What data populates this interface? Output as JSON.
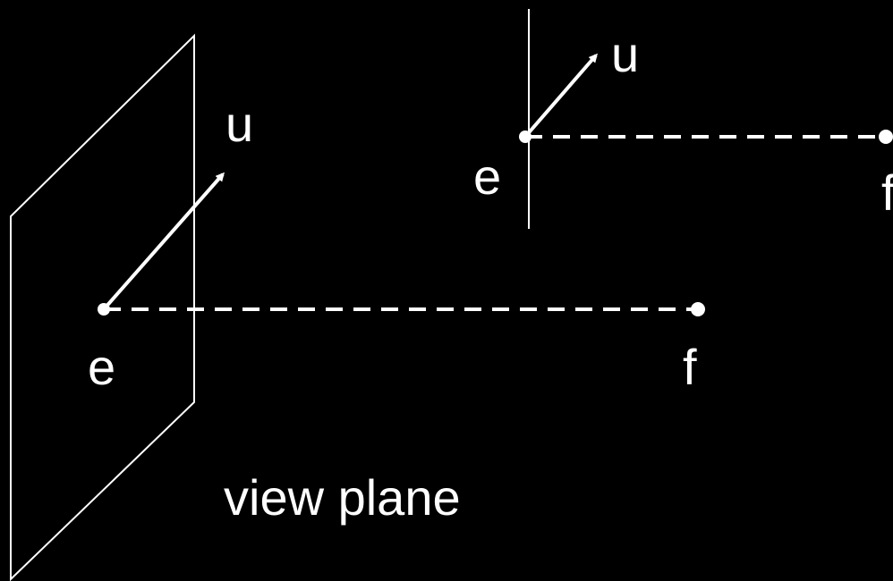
{
  "colors": {
    "background": "#000000",
    "foreground": "#ffffff"
  },
  "left_view": {
    "eye_label": "e",
    "focus_label": "f",
    "up_label": "u",
    "plane_caption": "view plane"
  },
  "right_view": {
    "eye_label": "e",
    "focus_label": "f",
    "up_label": "u"
  }
}
